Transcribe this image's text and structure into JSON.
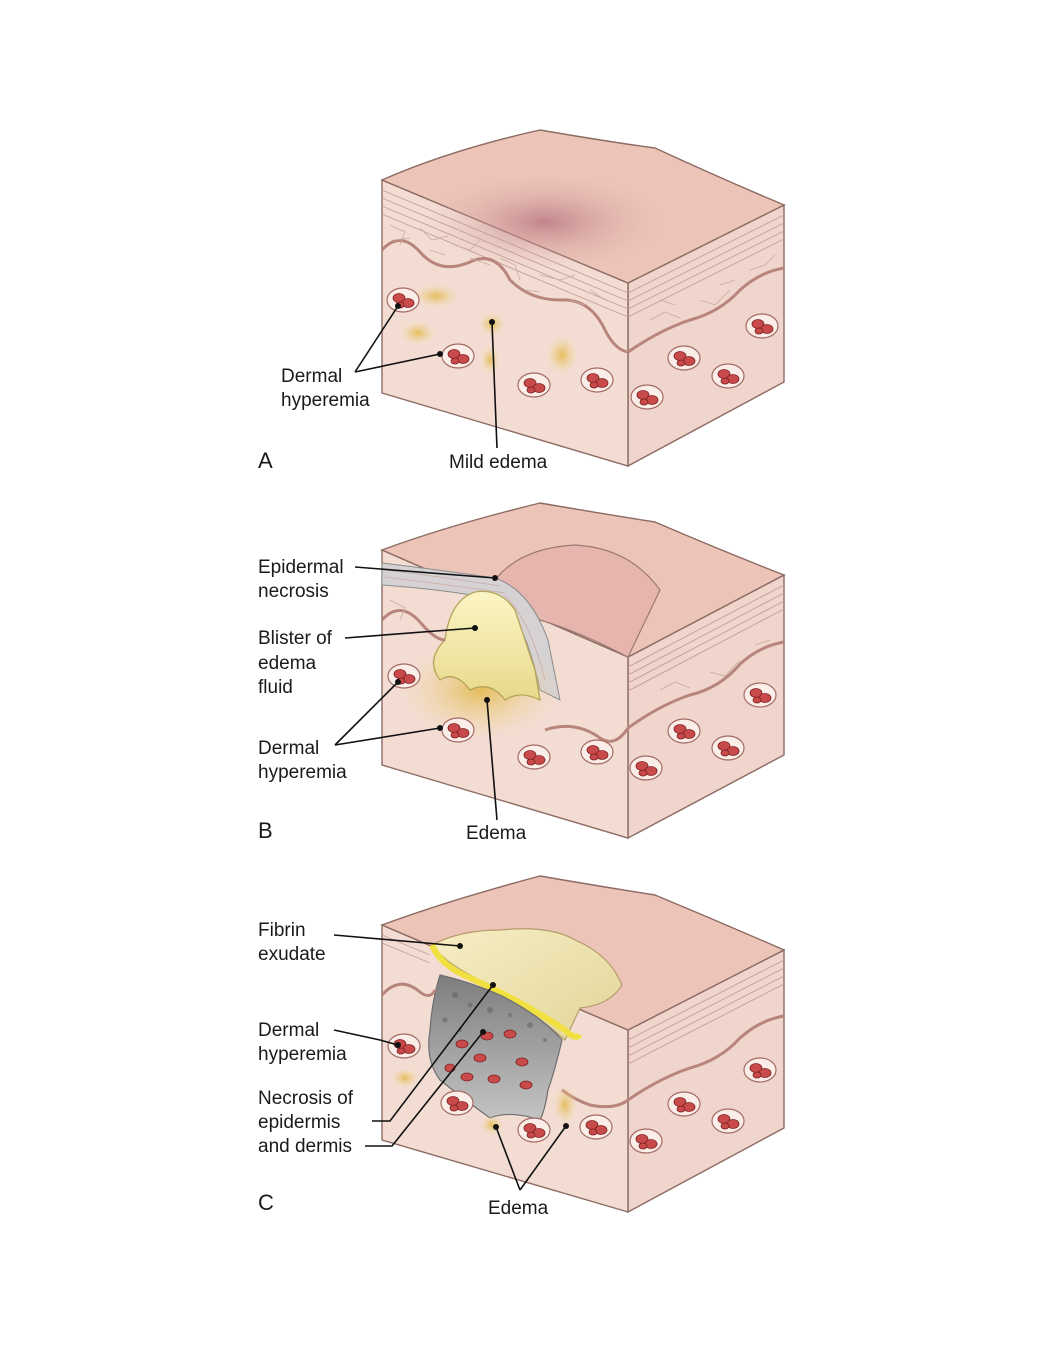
{
  "panels": [
    {
      "letter": "A",
      "labels": {
        "dermal_hyperemia": [
          "Dermal",
          "hyperemia"
        ],
        "mild_edema": "Mild edema"
      }
    },
    {
      "letter": "B",
      "labels": {
        "epidermal_necrosis": [
          "Epidermal",
          "necrosis"
        ],
        "blister": [
          "Blister of",
          "edema",
          "fluid"
        ],
        "dermal_hyperemia": [
          "Dermal",
          "hyperemia"
        ],
        "edema": "Edema"
      }
    },
    {
      "letter": "C",
      "labels": {
        "fibrin_exudate": [
          "Fibrin",
          "exudate"
        ],
        "dermal_hyperemia": [
          "Dermal",
          "hyperemia"
        ],
        "necrosis": [
          "Necrosis of",
          "epidermis",
          "and dermis"
        ],
        "edema": "Edema"
      }
    }
  ],
  "colors": {
    "skin_top": "#ecc4b8",
    "skin_front": "#f3ddd3",
    "skin_side": "#efd5cb",
    "vessel": "#c94a4a",
    "edema": "#e8c760",
    "necrosis": "#9c9c9c",
    "fibrin": "#f2e39a"
  }
}
